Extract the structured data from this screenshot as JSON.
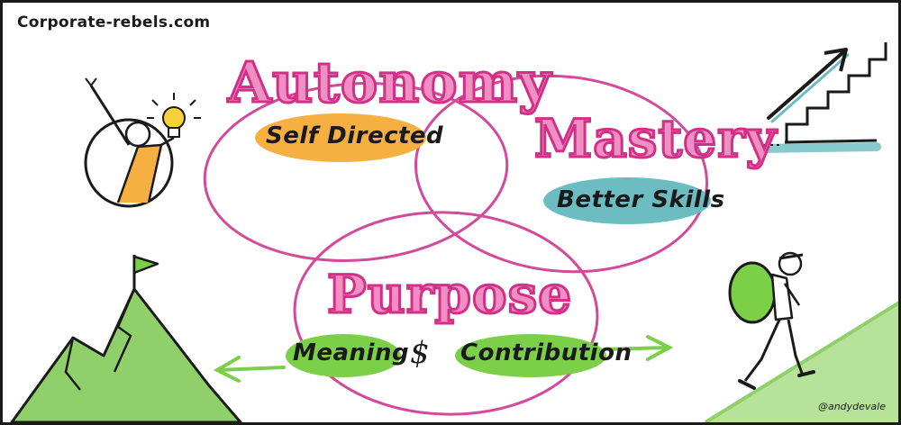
{
  "source": "Corporate-rebels.com",
  "credit": "@andydevale",
  "pillars": {
    "autonomy": {
      "title": "Autonomy",
      "subtitle": "Self Directed"
    },
    "mastery": {
      "title": "Mastery",
      "subtitle": "Better Skills"
    },
    "purpose": {
      "title": "Purpose",
      "sub_left": "Meaning",
      "connector": "$",
      "sub_right": "Contribution"
    }
  },
  "colors": {
    "headline": "#f08fc4",
    "headline_outline": "#d22f86",
    "circle": "#d44a9a",
    "highlight_autonomy": "#f6b042",
    "highlight_mastery": "#6cbdc2",
    "highlight_purpose": "#7bd048",
    "mountain": "#8fd06a",
    "ink": "#1a1a1a"
  },
  "icons": [
    "lightbulb-person-icon",
    "rising-stairs-arrow-icon",
    "mountain-flag-icon",
    "hiker-icon"
  ]
}
